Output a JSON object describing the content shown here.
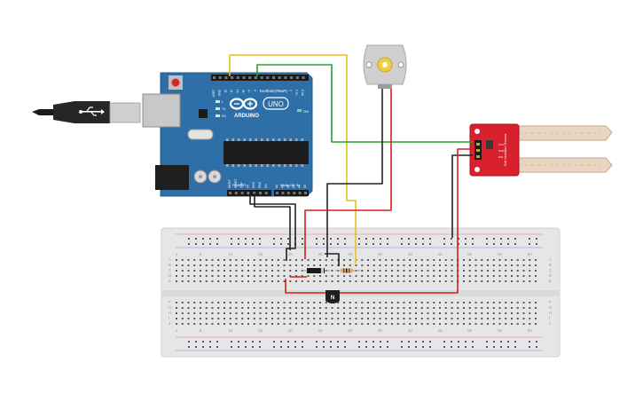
{
  "arduino": {
    "logo_text": "ARDUINO",
    "model_text": "UNO",
    "digital_header": "DIGITAL (PWM~)",
    "power_header": "POWER",
    "analog_header": "ANALOG IN",
    "on_label": "ON",
    "led_labels": [
      "L",
      "TX",
      "RX"
    ],
    "power_pins": [
      "IOREF",
      "RESET",
      "3.3V",
      "5V",
      "GND",
      "GND",
      "Vin"
    ],
    "analog_pins": [
      "A0",
      "A1",
      "A2",
      "A3",
      "A4",
      "A5"
    ],
    "digital_pins": [
      "AREF",
      "GND",
      "13",
      "12",
      "~11",
      "~10",
      "~9",
      "8",
      "7",
      "~6",
      "~5",
      "4",
      "~3",
      "2",
      "TX 1",
      "RX 0"
    ]
  },
  "sensor": {
    "label": "Soil Moisture Sensor",
    "pins": [
      "VCC",
      "GND",
      "SIG"
    ]
  },
  "transistor": {
    "label": "N"
  },
  "breadboard": {
    "row_letters_top": [
      "A",
      "B",
      "C",
      "D",
      "E"
    ],
    "row_letters_bottom": [
      "F",
      "G",
      "H",
      "I",
      "J"
    ],
    "column_numbers": [
      "1",
      "5",
      "10",
      "15",
      "20",
      "25",
      "30",
      "35",
      "40",
      "45",
      "50",
      "55",
      "60"
    ]
  },
  "colors": {
    "board": "#2f6fa8",
    "sensor": "#d8202e",
    "wire_red": "#d61f1f",
    "wire_black": "#222222",
    "wire_yellow": "#e8c21a",
    "wire_green": "#2aa02a",
    "breadboard": "#e6e6e6"
  }
}
